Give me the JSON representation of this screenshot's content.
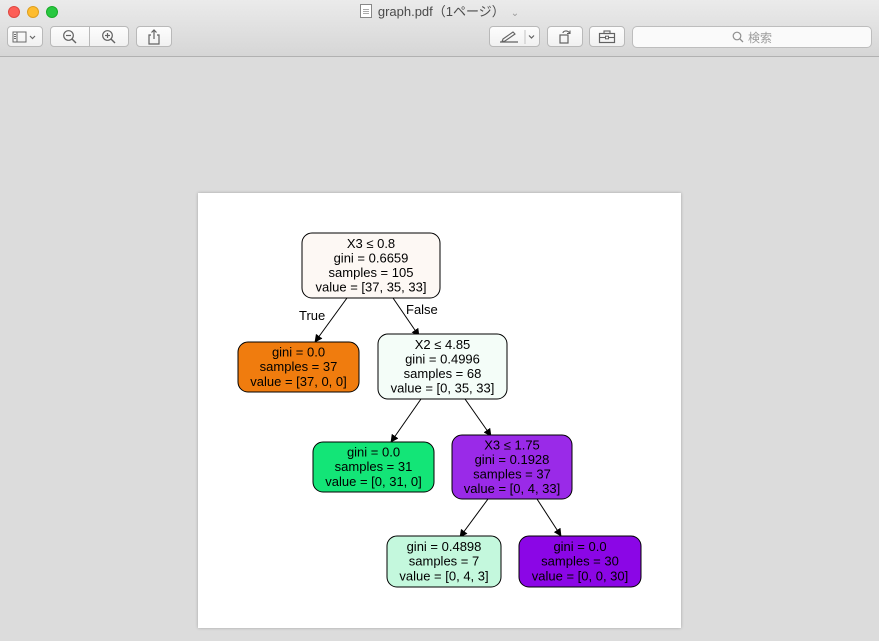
{
  "window": {
    "title": "graph.pdf（1ページ）",
    "search_placeholder": "検索"
  },
  "toolbar": {
    "buttons": [
      {
        "name": "sidebar-toggle-button",
        "icon": "sidebar-icon"
      },
      {
        "name": "zoom-out-button",
        "icon": "zoom-out-icon"
      },
      {
        "name": "zoom-in-button",
        "icon": "zoom-in-icon"
      },
      {
        "name": "share-button",
        "icon": "share-icon"
      },
      {
        "name": "markup-button",
        "icon": "pen-icon"
      },
      {
        "name": "rotate-button",
        "icon": "rotate-icon"
      },
      {
        "name": "toolbox-button",
        "icon": "toolbox-icon"
      }
    ]
  },
  "colors": {
    "traffic_close": "#fd5f57",
    "traffic_min": "#febc2e",
    "traffic_zoom": "#28c840"
  },
  "tree": {
    "nodes": [
      {
        "id": "root",
        "lines": [
          "X3 ≤ 0.8",
          "gini = 0.6659",
          "samples = 105",
          "value = [37, 35, 33]"
        ],
        "fill": "#fdf8f4"
      },
      {
        "id": "left-leaf",
        "lines": [
          "gini = 0.0",
          "samples = 37",
          "value = [37, 0, 0]"
        ],
        "fill": "#f07c0e"
      },
      {
        "id": "split-x2",
        "lines": [
          "X2 ≤ 4.85",
          "gini = 0.4996",
          "samples = 68",
          "value = [0, 35, 33]"
        ],
        "fill": "#f4fdf8"
      },
      {
        "id": "green-leaf",
        "lines": [
          "gini = 0.0",
          "samples = 31",
          "value = [0, 31, 0]"
        ],
        "fill": "#13e577"
      },
      {
        "id": "split-x3b",
        "lines": [
          "X3 ≤ 1.75",
          "gini = 0.1928",
          "samples = 37",
          "value = [0, 4, 33]"
        ],
        "fill": "#9a2ae8"
      },
      {
        "id": "mint-leaf",
        "lines": [
          "gini = 0.4898",
          "samples = 7",
          "value = [0, 4, 3]"
        ],
        "fill": "#c4f8dd"
      },
      {
        "id": "purple-leaf",
        "lines": [
          "gini = 0.0",
          "samples = 30",
          "value = [0, 0, 30]"
        ],
        "fill": "#8b06e6"
      }
    ],
    "edge_labels": {
      "true": "True",
      "false": "False"
    }
  }
}
